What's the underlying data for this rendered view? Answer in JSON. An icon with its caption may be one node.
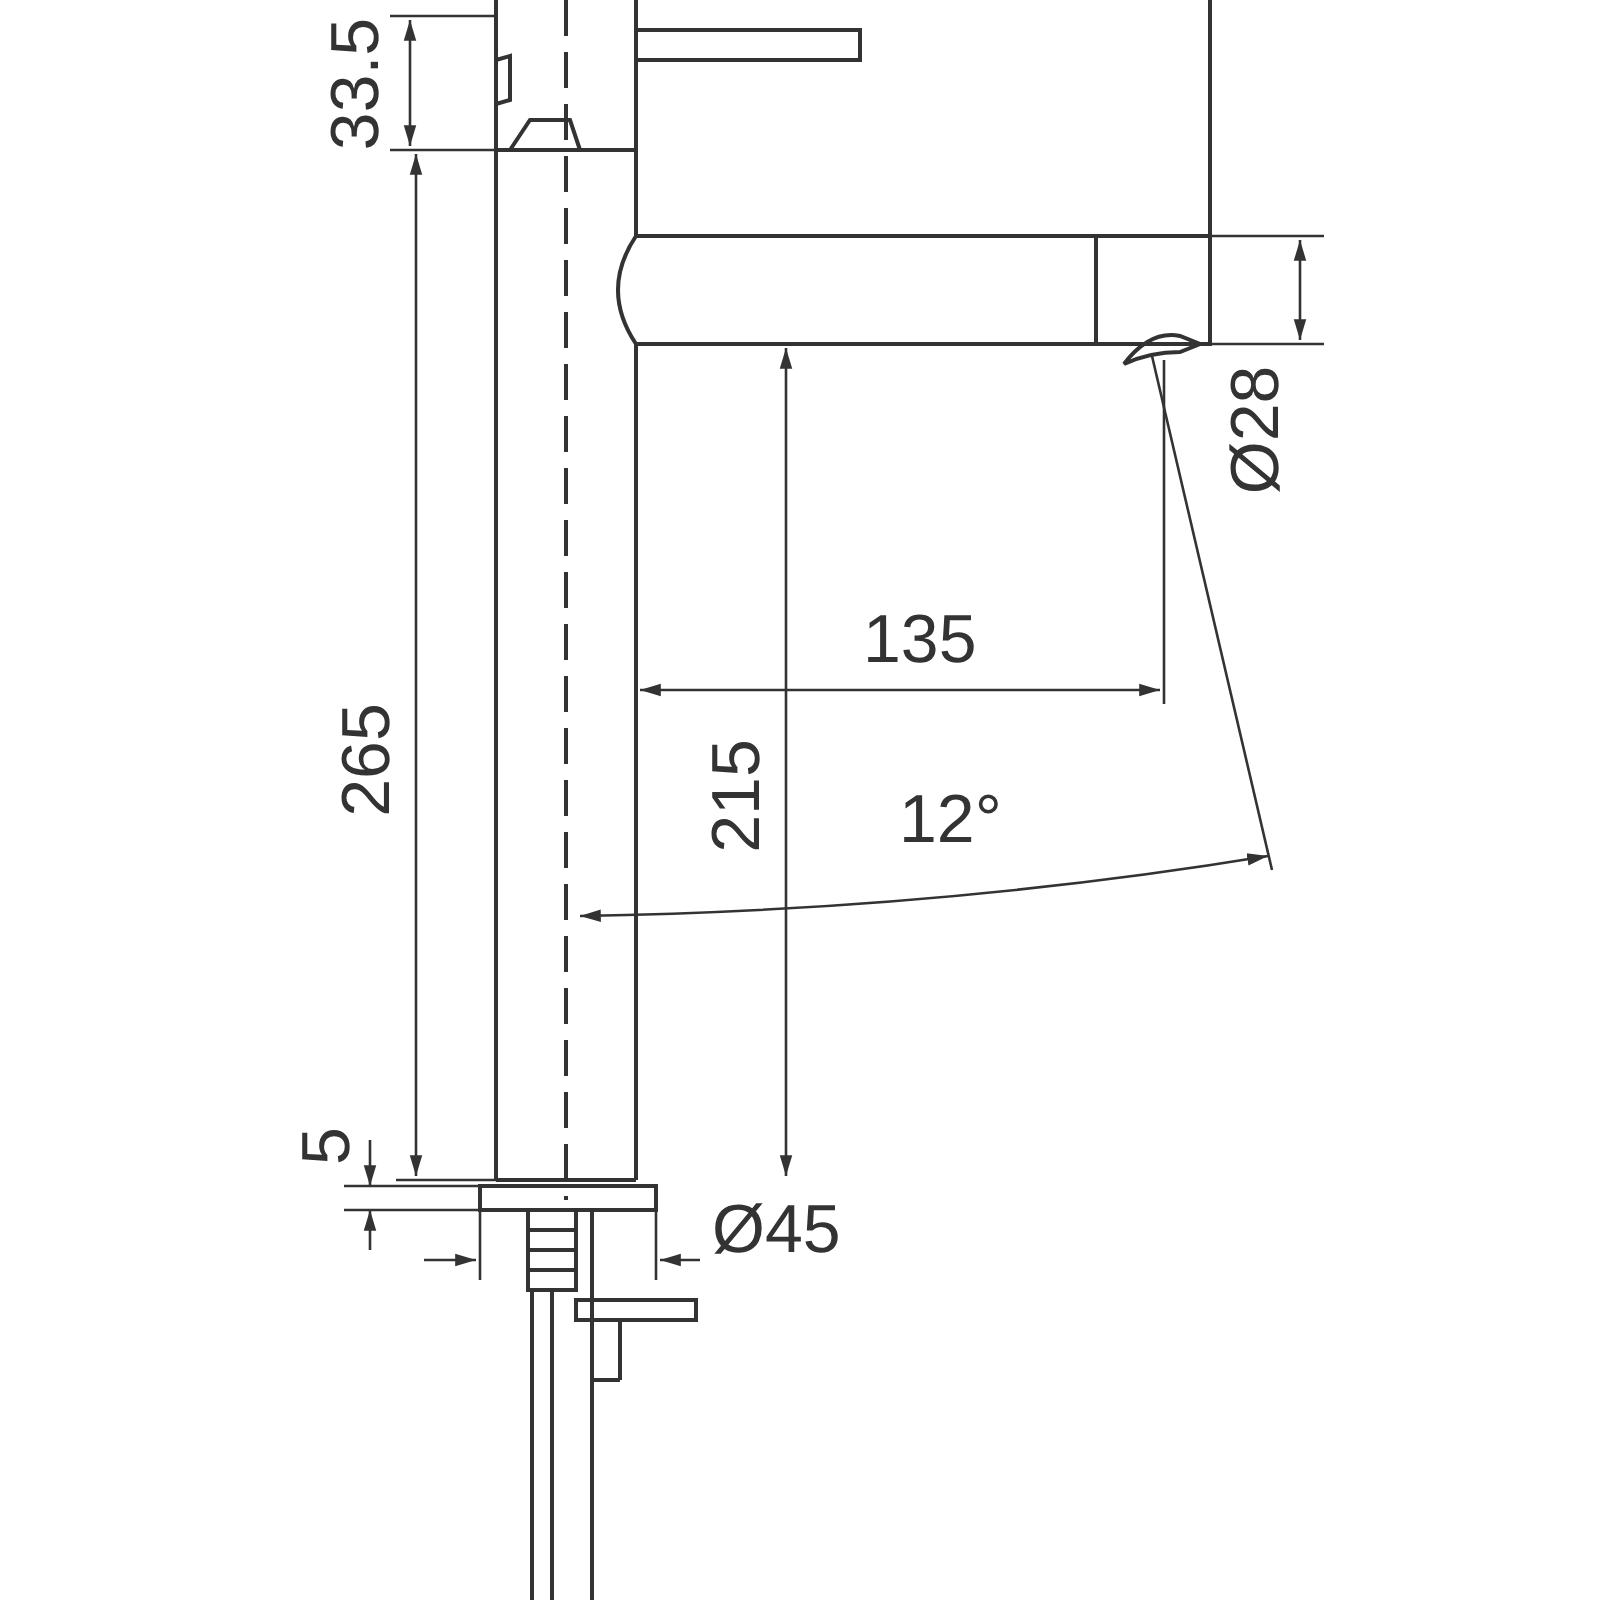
{
  "diagram": {
    "labels": [
      "33.5",
      "Ø28",
      "135",
      "265",
      "215",
      "12°",
      "5",
      "Ø45"
    ]
  }
}
